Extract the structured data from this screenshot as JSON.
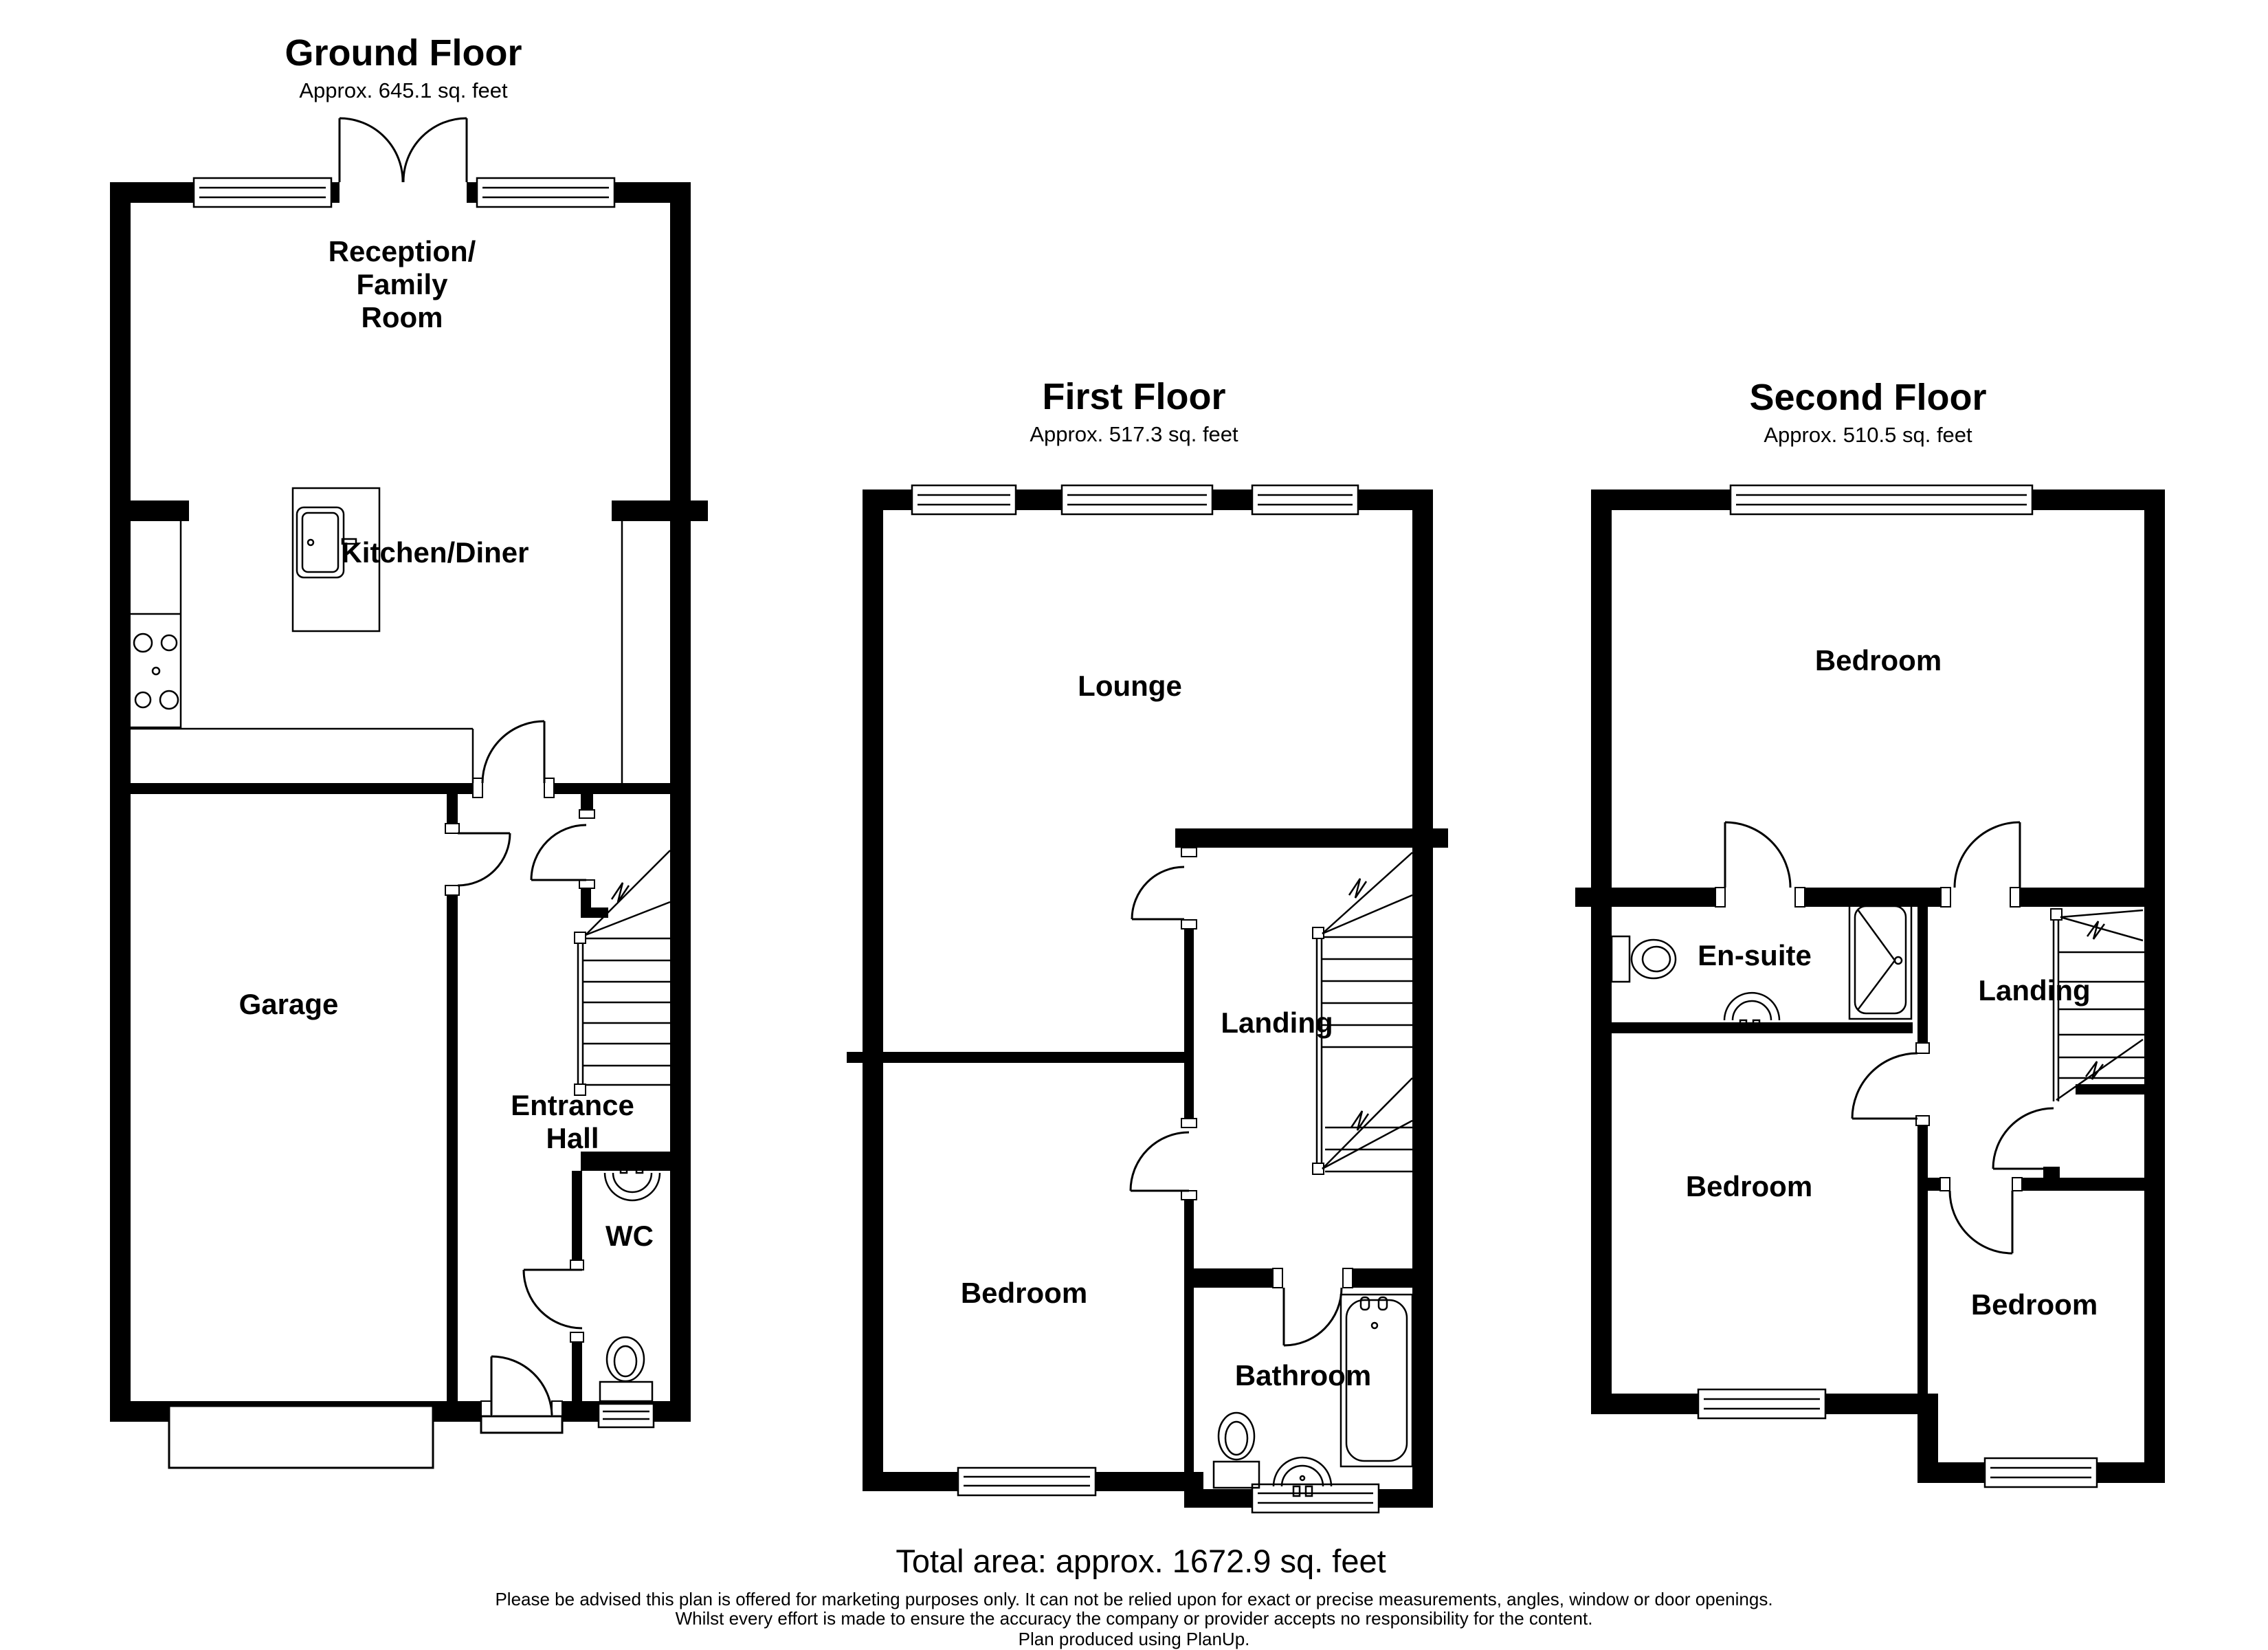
{
  "colors": {
    "wall": "#000000",
    "background": "#ffffff"
  },
  "ground_floor": {
    "title": "Ground Floor",
    "area": "Approx. 645.1 sq. feet",
    "rooms": {
      "reception": {
        "lines": [
          "Reception/",
          "Family",
          "Room"
        ]
      },
      "kitchen": {
        "label": "Kitchen/Diner"
      },
      "garage": {
        "label": "Garage"
      },
      "entrance_hall": {
        "lines": [
          "Entrance",
          "Hall"
        ]
      },
      "wc": {
        "label": "WC"
      }
    }
  },
  "first_floor": {
    "title": "First Floor",
    "area": "Approx. 517.3 sq. feet",
    "rooms": {
      "lounge": {
        "label": "Lounge"
      },
      "landing": {
        "label": "Landing"
      },
      "bedroom": {
        "label": "Bedroom"
      },
      "bathroom": {
        "label": "Bathroom"
      }
    }
  },
  "second_floor": {
    "title": "Second Floor",
    "area": "Approx. 510.5 sq. feet",
    "rooms": {
      "bedroom_top": {
        "label": "Bedroom"
      },
      "ensuite": {
        "label": "En-suite"
      },
      "landing": {
        "label": "Landing"
      },
      "bedroom_left": {
        "label": "Bedroom"
      },
      "bedroom_right": {
        "label": "Bedroom"
      }
    }
  },
  "footer": {
    "total_area": "Total area: approx. 1672.9 sq. feet",
    "disclaimer": [
      "Please be advised this plan is offered for marketing purposes only. It can not be relied upon for exact or precise measurements, angles, window or door openings.",
      "Whilst every effort is made to ensure the accuracy the company or provider accepts no responsibility for the content.",
      "Plan produced using PlanUp."
    ]
  }
}
